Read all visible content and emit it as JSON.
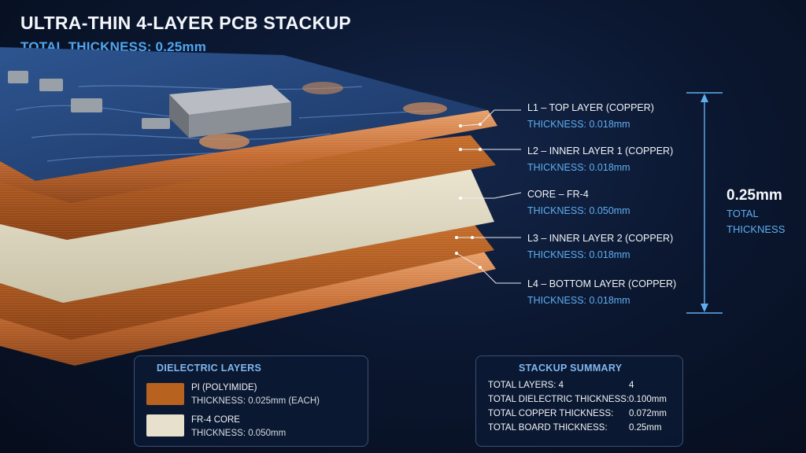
{
  "title": "ULTRA-THIN 4-LAYER PCB STACKUP",
  "subtitle": "TOTAL THICKNESS: 0.25mm",
  "layers": [
    {
      "name": "L1 – TOP LAYER (COPPER)",
      "thickness": "THICKNESS: 0.018mm"
    },
    {
      "name": "L2 – INNER LAYER 1 (COPPER)",
      "thickness": "THICKNESS: 0.018mm"
    },
    {
      "name": "CORE – FR-4",
      "thickness": "THICKNESS: 0.050mm"
    },
    {
      "name": "L3 – INNER LAYER 2 (COPPER)",
      "thickness": "THICKNESS: 0.018mm"
    },
    {
      "name": "L4 – BOTTOM LAYER (COPPER)",
      "thickness": "THICKNESS: 0.018mm"
    }
  ],
  "total": {
    "value": "0.25mm",
    "label": "TOTAL THICKNESS"
  },
  "dielectric": {
    "title": "DIELECTRIC LAYERS",
    "items": [
      {
        "name": "PI (POLYIMIDE)",
        "thickness": "THICKNESS: 0.025mm (EACH)",
        "color": "#b8621f"
      },
      {
        "name": "FR-4 CORE",
        "thickness": "THICKNESS: 0.050mm",
        "color": "#e6e0cc"
      }
    ]
  },
  "summary": {
    "title": "STACKUP SUMMARY",
    "rows": [
      {
        "label": "TOTAL LAYERS: 4",
        "value": "4"
      },
      {
        "label": "TOTAL DIELECTRIC THICKNESS:",
        "value": "0.100mm"
      },
      {
        "label": "TOTAL COPPER THICKNESS:",
        "value": "0.072mm"
      },
      {
        "label": "TOTAL BOARD THICKNESS:",
        "value": "0.25mm"
      }
    ]
  },
  "colors": {
    "accent": "#4fa6ee",
    "copper": "#c8733a",
    "fr4": "#e3ddc7",
    "background": "#0b1730"
  }
}
